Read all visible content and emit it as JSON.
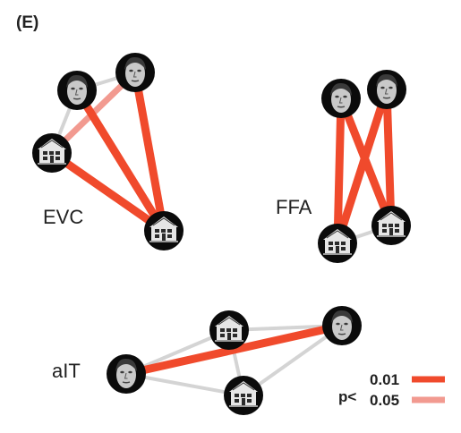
{
  "panel_label": "(E)",
  "colors": {
    "strong": "#f04a2c",
    "weak": "#f29a90",
    "nonsig": "#d4d4d4",
    "node": "#0b0b0b"
  },
  "legend": {
    "prefix": "p<",
    "items": [
      {
        "label": "0.01",
        "color": "#f04a2c"
      },
      {
        "label": "0.05",
        "color": "#f29a90"
      }
    ]
  },
  "regions": [
    {
      "label": "EVC",
      "nodes": [
        "face-1",
        "face-2",
        "building-1",
        "building-2"
      ],
      "edges": [
        {
          "from": "face-1",
          "to": "face-2",
          "level": "nonsig"
        },
        {
          "from": "face-1",
          "to": "building-1",
          "level": "nonsig"
        },
        {
          "from": "face-2",
          "to": "building-1",
          "level": "0.05"
        },
        {
          "from": "face-1",
          "to": "building-2",
          "level": "0.01"
        },
        {
          "from": "face-2",
          "to": "building-2",
          "level": "0.01"
        },
        {
          "from": "building-1",
          "to": "building-2",
          "level": "0.01"
        }
      ]
    },
    {
      "label": "FFA",
      "nodes": [
        "face-1",
        "face-2",
        "building-1",
        "building-2"
      ],
      "edges": [
        {
          "from": "face-1",
          "to": "building-1",
          "level": "0.01"
        },
        {
          "from": "face-1",
          "to": "building-2",
          "level": "0.01"
        },
        {
          "from": "face-2",
          "to": "building-1",
          "level": "0.01"
        },
        {
          "from": "face-2",
          "to": "building-2",
          "level": "0.01"
        },
        {
          "from": "building-1",
          "to": "building-2",
          "level": "nonsig"
        }
      ]
    },
    {
      "label": "aIT",
      "nodes": [
        "face-1",
        "face-2",
        "building-1",
        "building-2"
      ],
      "edges": [
        {
          "from": "face-1",
          "to": "face-2",
          "level": "0.01"
        },
        {
          "from": "face-1",
          "to": "building-2",
          "level": "nonsig"
        },
        {
          "from": "face-1",
          "to": "building-1",
          "level": "nonsig"
        },
        {
          "from": "building-1",
          "to": "building-2",
          "level": "nonsig"
        },
        {
          "from": "building-1",
          "to": "face-2",
          "level": "nonsig"
        },
        {
          "from": "building-2",
          "to": "face-2",
          "level": "nonsig"
        }
      ]
    }
  ]
}
